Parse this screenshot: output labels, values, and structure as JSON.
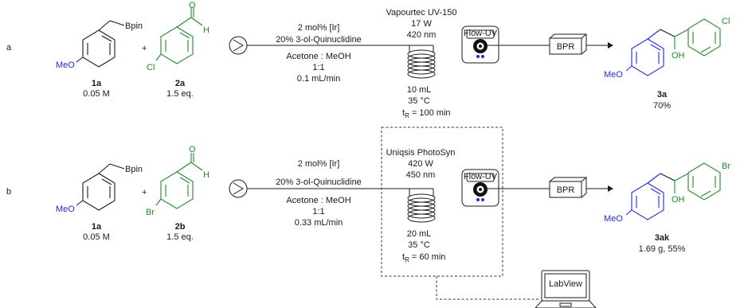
{
  "row_a": {
    "label": "a",
    "plus": "+",
    "reactant1": {
      "group": "Bpin",
      "ome": "MeO",
      "id": "1a",
      "conc": "0.05 M"
    },
    "reactant2": {
      "o": "O",
      "h": "H",
      "cl": "Cl",
      "id": "2a",
      "eq": "1.5 eq."
    },
    "conditions": {
      "cat": "2 mol% [Ir]",
      "cocat": "20% 3-ol-Quinuclidine",
      "solvent": "Acetone : MeOH",
      "ratio": "1:1",
      "flow": "0.1 mL/min"
    },
    "reactor": {
      "name": "Vapourtec UV-150",
      "power": "17 W",
      "wavelength": "420 nm",
      "volume": "10 mL",
      "temp": "35 °C",
      "tr_prefix": "t",
      "tr_sub": "R",
      "tr_value": " = 100 min"
    },
    "lamp_label": "Flow-UV",
    "bpr": "BPR",
    "product": {
      "ome": "MeO",
      "oh": "OH",
      "cl": "Cl",
      "id": "3a",
      "yield": "70%"
    }
  },
  "row_b": {
    "label": "b",
    "plus": "+",
    "reactant1": {
      "group": "Bpin",
      "ome": "MeO",
      "id": "1a",
      "conc": "0.05 M"
    },
    "reactant2": {
      "o": "O",
      "h": "H",
      "br": "Br",
      "id": "2b",
      "eq": "1.5 eq."
    },
    "conditions": {
      "cat": "2 mol% [Ir]",
      "cocat": "20% 3-ol-Quinuclidine",
      "solvent": "Acetone : MeOH",
      "ratio": "1:1",
      "flow": "0.33 mL/min"
    },
    "reactor": {
      "name": "Uniqsis PhotoSyn",
      "power": "420 W",
      "wavelength": "450 nm",
      "volume": "20 mL",
      "temp": "35 °C",
      "tr_prefix": "t",
      "tr_sub": "R",
      "tr_value": " = 60 min"
    },
    "lamp_label": "Flow-UV",
    "bpr": "BPR",
    "laptop_label": "LabView",
    "product": {
      "ome": "MeO",
      "oh": "OH",
      "br": "Br",
      "id": "3ak",
      "yield": "1.69 g, 55%"
    }
  },
  "colors": {
    "reagent_blue": "#1a2fd6",
    "reagent_green": "#1f8a2c",
    "led_blue": "#1a2fd6"
  }
}
